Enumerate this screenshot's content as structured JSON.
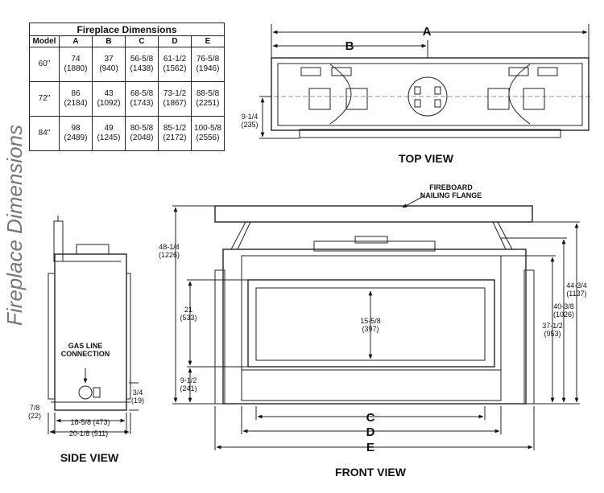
{
  "side_title": "Fireplace Dimensions",
  "table": {
    "title": "Fireplace Dimensions",
    "headers": [
      "Model",
      "A",
      "B",
      "C",
      "D",
      "E"
    ],
    "rows": [
      {
        "model": "60\"",
        "cells": [
          [
            "74",
            "(1880)"
          ],
          [
            "37",
            "(940)"
          ],
          [
            "56-5/8",
            "(1438)"
          ],
          [
            "61-1/2",
            "(1562)"
          ],
          [
            "76-5/8",
            "(1946)"
          ]
        ]
      },
      {
        "model": "72\"",
        "cells": [
          [
            "86",
            "(2184)"
          ],
          [
            "43",
            "(1092)"
          ],
          [
            "68-5/8",
            "(1743)"
          ],
          [
            "73-1/2",
            "(1867)"
          ],
          [
            "88-5/8",
            "(2251)"
          ]
        ]
      },
      {
        "model": "84\"",
        "cells": [
          [
            "98",
            "(2489)"
          ],
          [
            "49",
            "(1245)"
          ],
          [
            "80-5/8",
            "(2048)"
          ],
          [
            "85-1/2",
            "(2172)"
          ],
          [
            "100-5/8",
            "(2556)"
          ]
        ]
      }
    ]
  },
  "top_view": {
    "label": "TOP VIEW",
    "dim_a": "A",
    "dim_b": "B",
    "depth": "9-1/4",
    "depth_mm": "(235)"
  },
  "side_view": {
    "label": "SIDE VIEW",
    "gas_line_1": "GAS LINE",
    "gas_line_2": "CONNECTION",
    "width1": "18-5/8 (473)",
    "width2": "20-1/8 (511)",
    "left_dim": "7/8",
    "left_dim_mm": "(22)",
    "right_dim": "3/4",
    "right_dim_mm": "(19)"
  },
  "front_view": {
    "label": "FRONT VIEW",
    "flange_1": "FIREBOARD",
    "flange_2": "NAILING FLANGE",
    "h_total": "48-1/4",
    "h_total_mm": "(1226)",
    "h_21": "21",
    "h_21_mm": "(533)",
    "h_9": "9-1/2",
    "h_9_mm": "(241)",
    "glass": "15-5/8",
    "glass_mm": "(397)",
    "r1": "44-3/4",
    "r1_mm": "(1137)",
    "r2": "40-3/8",
    "r2_mm": "(1026)",
    "r3": "37-1/2",
    "r3_mm": "(953)",
    "dim_c": "C",
    "dim_d": "D",
    "dim_e": "E"
  }
}
